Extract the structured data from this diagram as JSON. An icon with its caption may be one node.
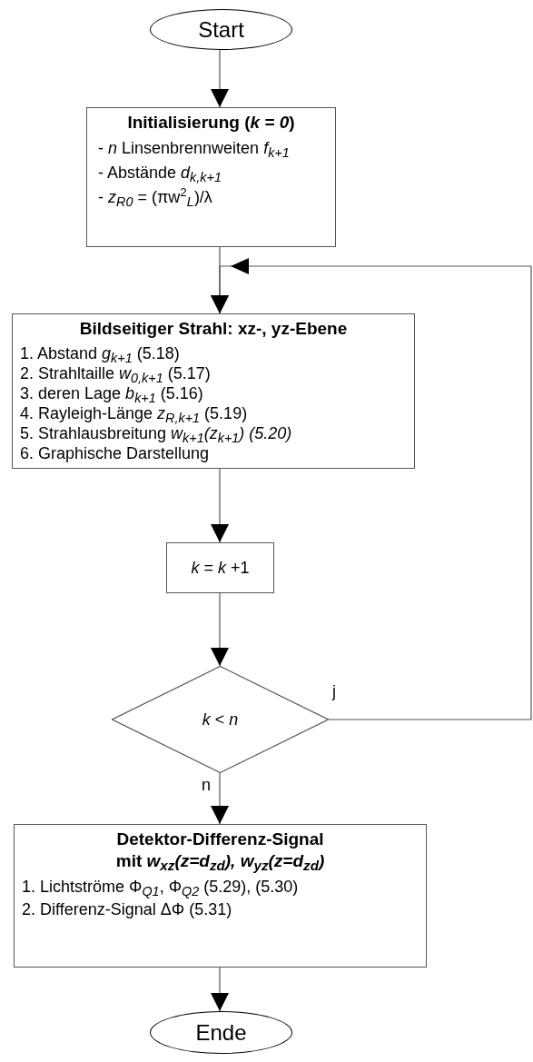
{
  "diagram": {
    "nodes": [
      {
        "text": [
          "Start"
        ]
      },
      {
        "text": [
          "Initialisierung (*k = 0*)",
          "- *n* Linsenbrennweiten *f*$_{k+1}$",
          "- Abstände *d*$_{k,k+1}$",
          "- *z*$_{R0}$ = (πw$^{2}$$_{L}$)/λ"
        ]
      },
      {
        "text": [
          "Bildseitiger Strahl: xz-, yz-Ebene",
          "1. Abstand *g*$_{k+1}$ (5.18)",
          "2. Strahltaille *w*$_{0,k+1}$ (5.17)",
          "3. deren Lage *b*$_{k+1}$ (5.16)",
          "4. Rayleigh-Länge *z*$_{R,k+1}$ (5.19)",
          "5. Strahlausbreitung *w*$_{k+1}$*(z*$_{k+1}$*) (5.20)*",
          "6. Graphische Darstellung"
        ]
      },
      {
        "text": [
          "*k* = *k* +1"
        ]
      },
      {
        "text": [
          "*k* < *n*"
        ]
      },
      {
        "text": [
          "Detektor-Differenz-Signal",
          "mit *w*$_{xz}$*(z=d*$_{zd}$*), w*$_{yz}$*(z=d*$_{zd}$*)*",
          "1. Lichtströme Φ$_{Q1}$, Φ$_{Q2}$ (5.29), (5.30)",
          "2. Differenz-Signal ΔΦ (5.31)"
        ]
      },
      {
        "text": [
          "Ende"
        ]
      }
    ],
    "edges": [
      {
        "from": 0,
        "to": 1,
        "arrow": "to"
      },
      {
        "from": 1,
        "to": 2,
        "arrow": "to"
      },
      {
        "from": 2,
        "to": 3,
        "arrow": "to"
      },
      {
        "from": 3,
        "to": 4,
        "arrow": "to"
      },
      {
        "from": 4,
        "to": 5,
        "arrow": "to",
        "label": "n"
      },
      {
        "from": 4,
        "to": 2,
        "arrow": "to",
        "label": "j"
      },
      {
        "from": 5,
        "to": 6,
        "arrow": "to"
      }
    ]
  }
}
